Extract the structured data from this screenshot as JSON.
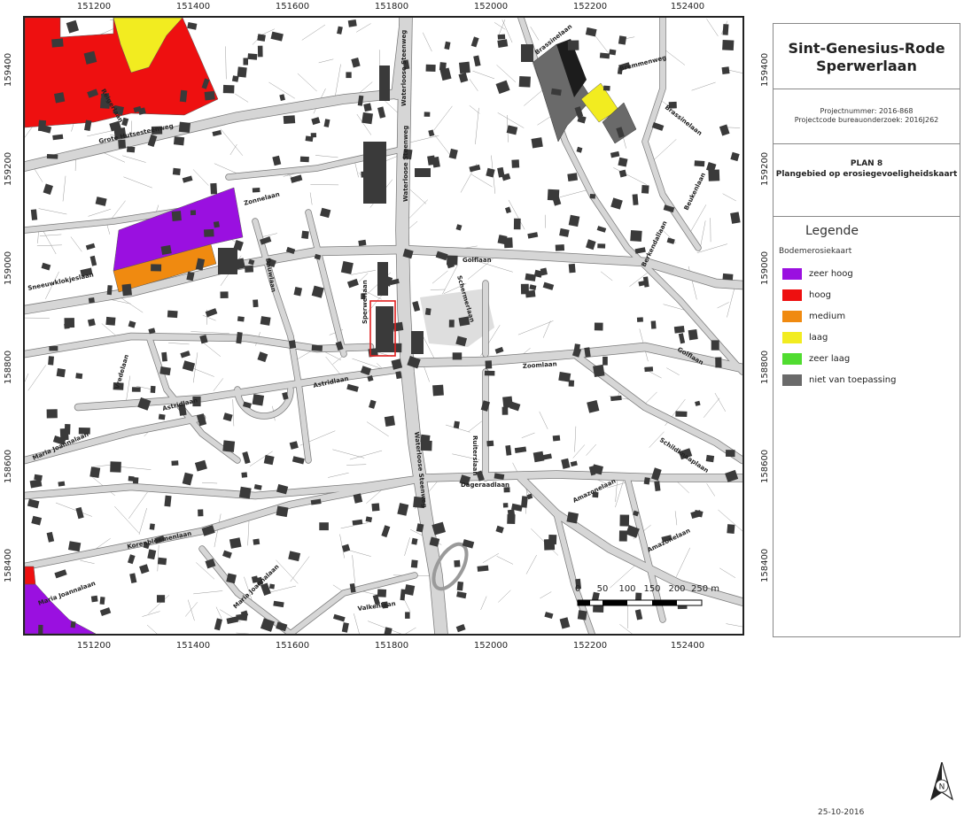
{
  "title": {
    "line1": "Sint-Genesius-Rode",
    "line2": "Sperwerlaan"
  },
  "project": {
    "number": "Projectnummer: 2016-868",
    "code": "Projectcode bureauonderzoek: 2016J262"
  },
  "plan": {
    "number": "PLAN 8",
    "description": "Plangebied op erosiegevoeligheidskaart"
  },
  "legend": {
    "title": "Legende",
    "subtitle": "Bodemerosiekaart",
    "items": [
      {
        "label": "zeer hoog",
        "color": "#9a10e0"
      },
      {
        "label": "hoog",
        "color": "#ee1010"
      },
      {
        "label": "medium",
        "color": "#f08a10"
      },
      {
        "label": "laag",
        "color": "#f2ec20"
      },
      {
        "label": "zeer laag",
        "color": "#50dc30"
      },
      {
        "label": "niet van toepassing",
        "color": "#6a6a6a"
      }
    ]
  },
  "date": "25-10-2016",
  "north_label": "N",
  "scale": {
    "labels": [
      "0",
      "50",
      "100",
      "150",
      "200",
      "250 m"
    ]
  },
  "grid": {
    "x_ticks": [
      "151200",
      "151400",
      "151600",
      "151800",
      "152000",
      "152200",
      "152400"
    ],
    "y_ticks": [
      "159400",
      "159200",
      "159000",
      "158800",
      "158600",
      "158400"
    ]
  },
  "streets": {
    "grote_hutsesteenweg": "Grote Hutsesteenweg",
    "waterloose_1": "Waterloose Steenweg",
    "waterloose_2": "Waterloose Steenweg",
    "waterloose_3": "Waterloose Steenweg",
    "zonnelaan": "Zonnelaan",
    "dauwlaan": "Dauwlaan",
    "sperwerlaan": "Sperwerlaan",
    "sneeuwklokjeslaan": "Sneeuwklokjeslaan",
    "astridlaan_1": "Astridlaan",
    "astridlaan_2": "Astridlaan",
    "golflaan_1": "Golflaan",
    "golflaan_2": "Golflaan",
    "zoomlaan": "Zoomlaan",
    "dageraadlaan": "Dageraadlaan",
    "amazonelaan_1": "Amazonelaan",
    "amazonelaan_2": "Amazonelaan",
    "brassinelaan_1": "Brassinelaan",
    "brassinelaan_2": "Brassinelaan",
    "bremmenweg": "Bremmenweg",
    "schildknaaplaan": "Schildknaaplaan",
    "maria_joannalaan_1": "Maria Joannalaan",
    "maria_joannalaan_2": "Maria Joannalaan",
    "maria_joannalaan_3": "Maria Joannalaan",
    "korenbloemenlaan": "Korenbloemenlaan",
    "valkenlaan": "Valkenlaan",
    "ruiterslaan": "Ruiterslaan",
    "vredelaan": "Vredelaan",
    "schermerlaan": "Schermerlaan",
    "berkendallaan": "Berkendallaan",
    "beukenlaan": "Beukenlaan",
    "reigerlaan": "Reigerlaan"
  }
}
